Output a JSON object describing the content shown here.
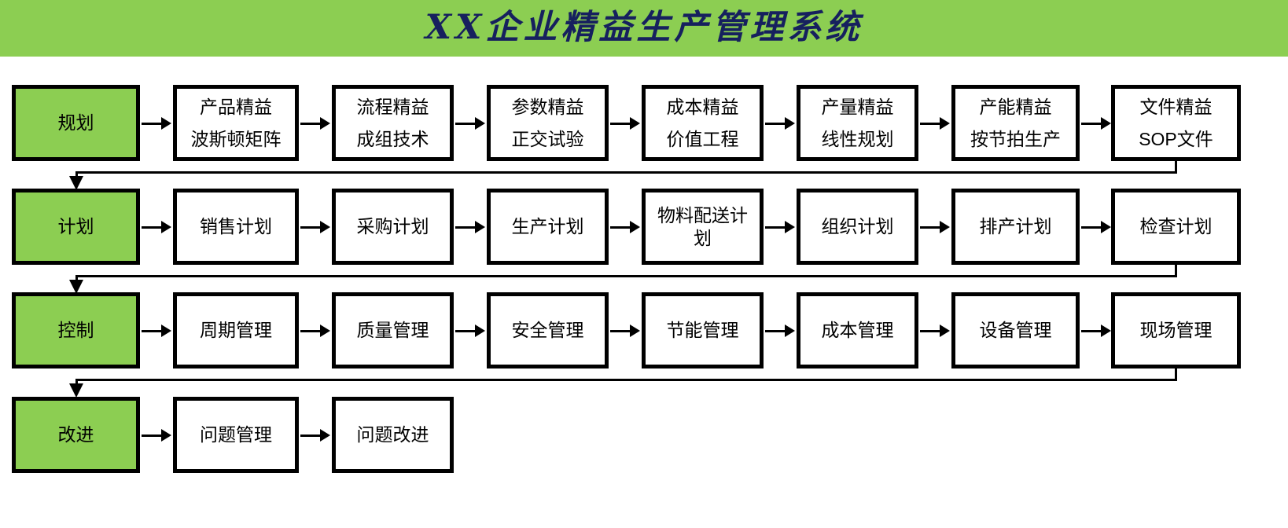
{
  "banner": {
    "title": "XX企业精益生产管理系统",
    "background_color": "#8CCE52",
    "text_color": "#16205E"
  },
  "theme": {
    "accent_green": "#8CCE52",
    "box_border": "#000000",
    "box_fill": "#FFFFFF",
    "text_color": "#000000"
  },
  "diagram": {
    "type": "flowchart",
    "rows": [
      {
        "stage": {
          "label": "规划",
          "green": true
        },
        "steps": [
          {
            "line1": "产品精益",
            "line2": "波斯顿矩阵"
          },
          {
            "line1": "流程精益",
            "line2": "成组技术"
          },
          {
            "line1": "参数精益",
            "line2": "正交试验"
          },
          {
            "line1": "成本精益",
            "line2": "价值工程"
          },
          {
            "line1": "产量精益",
            "line2": "线性规划"
          },
          {
            "line1": "产能精益",
            "line2": "按节拍生产"
          },
          {
            "line1": "文件精益",
            "line2": "SOP文件"
          }
        ]
      },
      {
        "stage": {
          "label": "计划",
          "green": true
        },
        "steps": [
          {
            "line1": "销售计划",
            "line2": ""
          },
          {
            "line1": "采购计划",
            "line2": ""
          },
          {
            "line1": "生产计划",
            "line2": ""
          },
          {
            "line1": "物料配送计",
            "line2": "划"
          },
          {
            "line1": "组织计划",
            "line2": ""
          },
          {
            "line1": "排产计划",
            "line2": ""
          },
          {
            "line1": "检查计划",
            "line2": ""
          }
        ]
      },
      {
        "stage": {
          "label": "控制",
          "green": true
        },
        "steps": [
          {
            "line1": "周期管理",
            "line2": ""
          },
          {
            "line1": "质量管理",
            "line2": ""
          },
          {
            "line1": "安全管理",
            "line2": ""
          },
          {
            "line1": "节能管理",
            "line2": ""
          },
          {
            "line1": "成本管理",
            "line2": ""
          },
          {
            "line1": "设备管理",
            "line2": ""
          },
          {
            "line1": "现场管理",
            "line2": ""
          }
        ]
      },
      {
        "stage": {
          "label": "改进",
          "green": true
        },
        "steps": [
          {
            "line1": "问题管理",
            "line2": ""
          },
          {
            "line1": "问题改进",
            "line2": ""
          }
        ]
      }
    ]
  }
}
